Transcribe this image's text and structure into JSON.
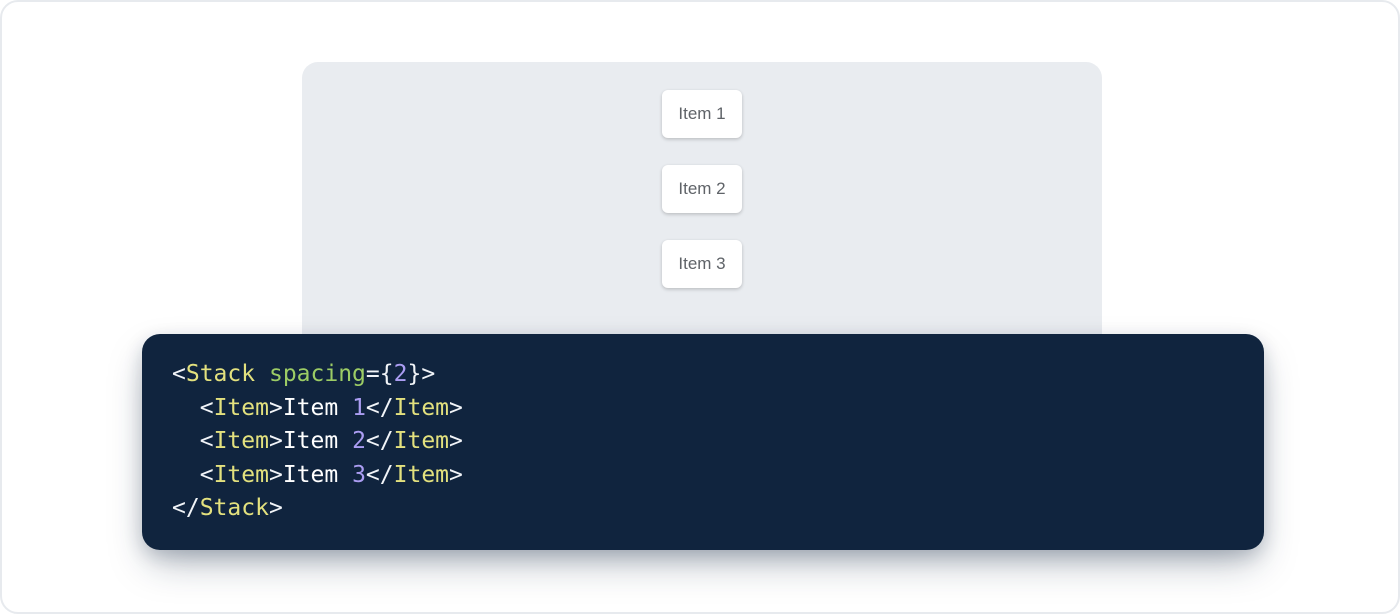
{
  "demo": {
    "items": [
      {
        "label": "Item 1"
      },
      {
        "label": "Item 2"
      },
      {
        "label": "Item 3"
      }
    ]
  },
  "code": {
    "language": "jsx",
    "source": "<Stack spacing={2}>\n  <Item>Item 1</Item>\n  <Item>Item 2</Item>\n  <Item>Item 3</Item>\n</Stack>",
    "lines": [
      [
        {
          "c": "p",
          "t": "<"
        },
        {
          "c": "tag",
          "t": "Stack"
        },
        {
          "c": "plain",
          "t": " "
        },
        {
          "c": "attr",
          "t": "spacing"
        },
        {
          "c": "p",
          "t": "={"
        },
        {
          "c": "num",
          "t": "2"
        },
        {
          "c": "p",
          "t": "}>"
        }
      ],
      [
        {
          "c": "plain",
          "t": "  "
        },
        {
          "c": "p",
          "t": "<"
        },
        {
          "c": "tag",
          "t": "Item"
        },
        {
          "c": "p",
          "t": ">"
        },
        {
          "c": "plain",
          "t": "Item "
        },
        {
          "c": "num",
          "t": "1"
        },
        {
          "c": "p",
          "t": "</"
        },
        {
          "c": "tag",
          "t": "Item"
        },
        {
          "c": "p",
          "t": ">"
        }
      ],
      [
        {
          "c": "plain",
          "t": "  "
        },
        {
          "c": "p",
          "t": "<"
        },
        {
          "c": "tag",
          "t": "Item"
        },
        {
          "c": "p",
          "t": ">"
        },
        {
          "c": "plain",
          "t": "Item "
        },
        {
          "c": "num",
          "t": "2"
        },
        {
          "c": "p",
          "t": "</"
        },
        {
          "c": "tag",
          "t": "Item"
        },
        {
          "c": "p",
          "t": ">"
        }
      ],
      [
        {
          "c": "plain",
          "t": "  "
        },
        {
          "c": "p",
          "t": "<"
        },
        {
          "c": "tag",
          "t": "Item"
        },
        {
          "c": "p",
          "t": ">"
        },
        {
          "c": "plain",
          "t": "Item "
        },
        {
          "c": "num",
          "t": "3"
        },
        {
          "c": "p",
          "t": "</"
        },
        {
          "c": "tag",
          "t": "Item"
        },
        {
          "c": "p",
          "t": ">"
        }
      ],
      [
        {
          "c": "p",
          "t": "</"
        },
        {
          "c": "tag",
          "t": "Stack"
        },
        {
          "c": "p",
          "t": ">"
        }
      ]
    ]
  },
  "colors": {
    "page_background": "#ffffff",
    "page_border": "#e7eaee",
    "panel_background": "#e9ecf0",
    "item_text": "#5f6368",
    "code_background": "#10243e",
    "token_punctuation": "#f1f4f8",
    "token_tag": "#e3e17e",
    "token_attr_name": "#9ccc65",
    "token_number": "#ab9df2",
    "token_plain_text": "#ffffff"
  }
}
